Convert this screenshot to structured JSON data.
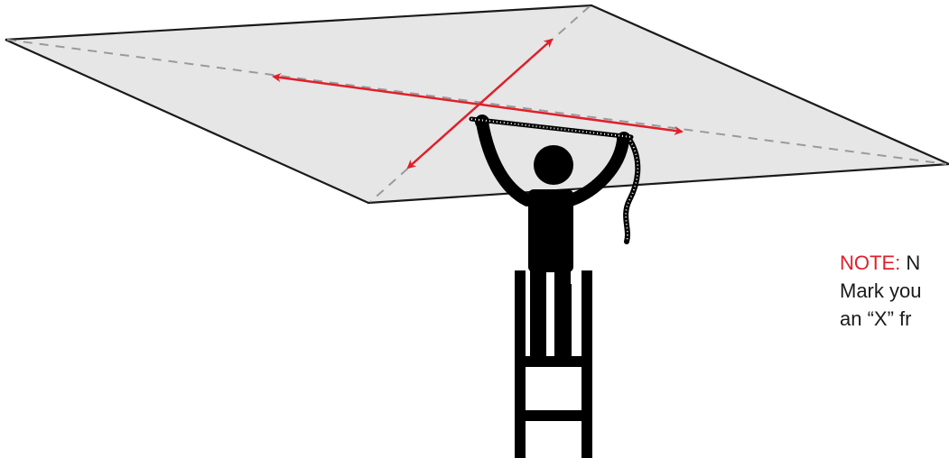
{
  "note": {
    "label": "NOTE:",
    "line1": "N",
    "line2": "Mark you",
    "line3": "an “X” fr"
  },
  "colors": {
    "ceiling_fill": "#e6e6e6",
    "ceiling_edge": "#1a1a1a",
    "diagonal_dash": "#9a9a9a",
    "arrow": "#e0202a",
    "figure": "#000000",
    "note_label": "#e0202a",
    "note_text": "#1a1a1a"
  }
}
